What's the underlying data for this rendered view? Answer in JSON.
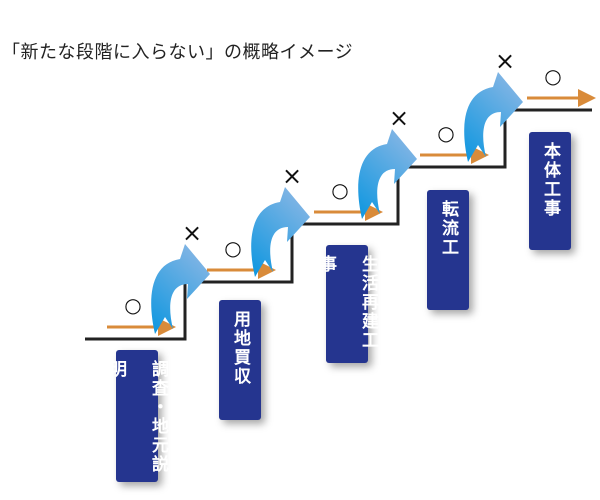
{
  "title": "「新たな段階に入らない」の概略イメージ",
  "steps": [
    {
      "label": "調査・地元説明",
      "ok": "○",
      "ng": "×"
    },
    {
      "label": "用地買収",
      "ok": "○",
      "ng": "×"
    },
    {
      "label": "生活再建工事",
      "ok": "○",
      "ng": "×"
    },
    {
      "label": "転流工",
      "ok": "○",
      "ng": "×"
    },
    {
      "label": "本体工事",
      "ok": "○"
    }
  ],
  "colors": {
    "box": "#25358f",
    "arrow_orange": "#d98b3a",
    "arrow_blue": "#3a9ee0",
    "stair": "#222222"
  }
}
